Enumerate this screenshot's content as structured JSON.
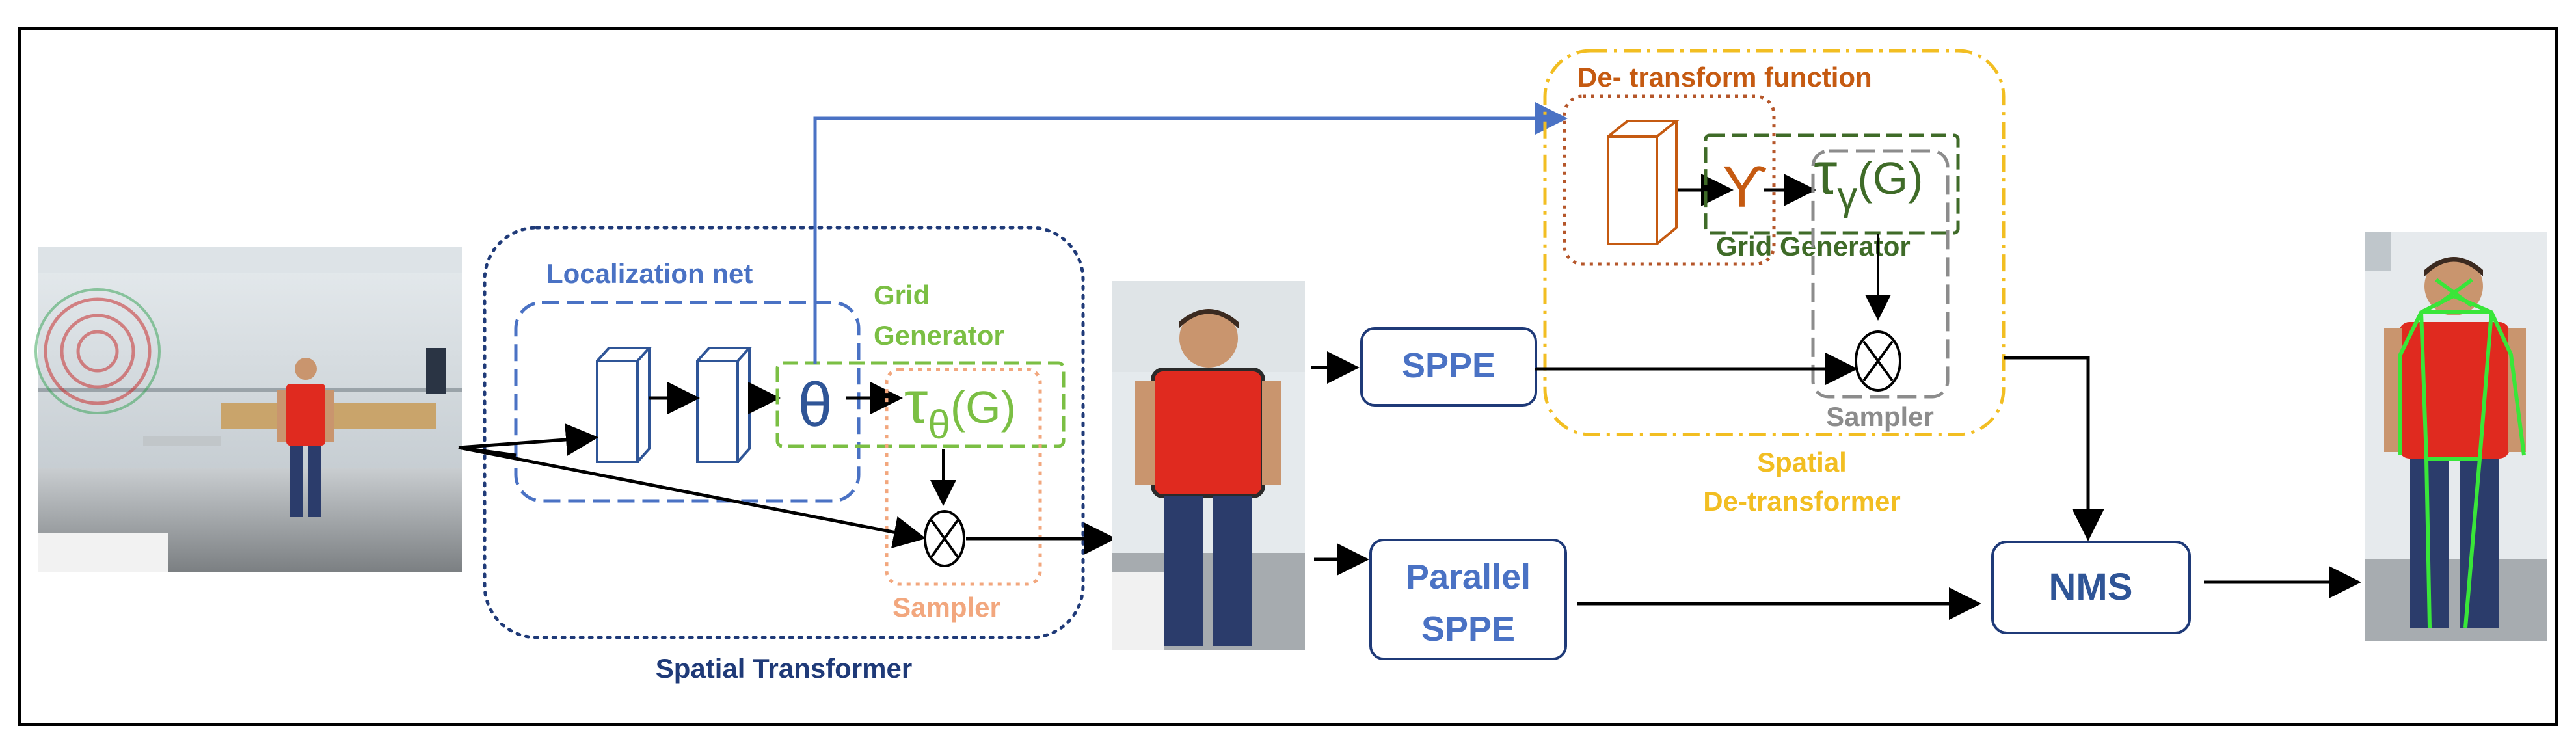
{
  "colors": {
    "frame": "#000000",
    "navy": "#1f3a78",
    "blue_dashed": "#4a72c4",
    "green": "#7bbf44",
    "dark_green": "#3f6b28",
    "salmon": "#f2a77e",
    "orange_text": "#c55a11",
    "brown_dotted": "#b5562a",
    "gold": "#f2be22",
    "gray": "#8c8c8c",
    "arrow_blue": "#4a72c4",
    "box_border": "#1f3a78",
    "skeleton": "#39e639"
  },
  "spatial_transformer": {
    "label": "Spatial Transformer",
    "localization_net": "Localization net",
    "theta": "θ",
    "grid_generator_line1": "Grid",
    "grid_generator_line2": "Generator",
    "tau": "τ",
    "tau_sub": "θ",
    "tau_arg": "(G)",
    "sampler": "Sampler"
  },
  "spatial_detransformer": {
    "label_line1": "Spatial",
    "label_line2": "De-transformer",
    "detransform_function": "De- transform function",
    "gamma": "ϒ",
    "grid_generator": "Grid Generator",
    "tau": "τ",
    "tau_sub": "γ",
    "tau_arg": "(G)",
    "sampler": "Sampler"
  },
  "boxes": {
    "sppe": "SPPE",
    "parallel_line1": "Parallel",
    "parallel_line2": "SPPE",
    "nms": "NMS"
  },
  "icons": {
    "multiply": "circled-times-icon",
    "cube": "cube-icon",
    "person_photo": "person-photo"
  }
}
